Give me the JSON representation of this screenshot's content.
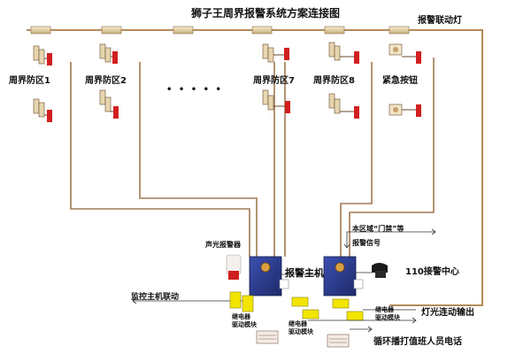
{
  "title": "狮子王周界报警系统方案连接图",
  "labels": {
    "alarm_link_light": "报警联动灯",
    "zone1": "周界防区1",
    "zone2": "周界防区2",
    "zone7": "周界防区7",
    "zone8": "周界防区8",
    "emergency_button": "紧急按钮",
    "ellipsis": "• • • • •",
    "sound_light_alarm": "声光报警器",
    "host": "报警主机",
    "door_signal_line1": "本区域“门禁”等",
    "door_signal_line2": "报警信号",
    "center_110": "110接警中心",
    "monitor_link": "监控主机联动",
    "relay_drive_a": "继电器\n驱动模块",
    "relay_drive_b": "继电器\n驱动模块",
    "relay_drive_c": "继电器\n驱动模块",
    "light_output": "灯光连动输出",
    "duty_call": "循环播打值班人员电话"
  },
  "colors": {
    "wire": "#c8a27a",
    "wire_dark": "#7a5a3a",
    "red": "#d11f1f",
    "yellow": "#f2e500",
    "host_blue": "#2f3f8f",
    "tube": "#e8d9b0"
  }
}
